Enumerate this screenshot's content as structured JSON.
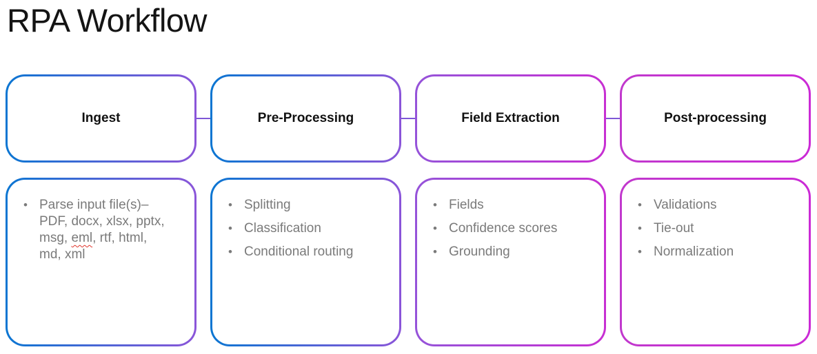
{
  "title": "RPA Workflow",
  "colors": {
    "blue": "#0b76d2",
    "purple": "#8b55d9",
    "magenta": "#c72fd2",
    "connector": "#7e57d6",
    "bullet_text": "#7a7a7a",
    "label_text": "#111111",
    "squiggle_red": "#e0342b"
  },
  "connector_count": 3,
  "stages": [
    {
      "id": "ingest",
      "label": "Ingest",
      "border_gradient": [
        "#0b76d2",
        "#8b55d9"
      ],
      "bullets": [
        {
          "parts": [
            {
              "t": "Parse input file(s)– PDF, docx, xlsx, pptx, msg, "
            },
            {
              "t": "eml",
              "spellcheck_squiggle": true
            },
            {
              "t": ", rtf, html, md, xml"
            }
          ]
        }
      ]
    },
    {
      "id": "pre-processing",
      "label": "Pre-Processing",
      "border_gradient": [
        "#0b76d2",
        "#8b55d9"
      ],
      "bullets": [
        {
          "parts": [
            {
              "t": "Splitting"
            }
          ]
        },
        {
          "parts": [
            {
              "t": "Classification"
            }
          ]
        },
        {
          "parts": [
            {
              "t": "Conditional routing"
            }
          ]
        }
      ]
    },
    {
      "id": "field-extraction",
      "label": "Field Extraction",
      "border_gradient": [
        "#9553d9",
        "#c72fd2"
      ],
      "bullets": [
        {
          "parts": [
            {
              "t": "Fields"
            }
          ]
        },
        {
          "parts": [
            {
              "t": "Confidence scores"
            }
          ]
        },
        {
          "parts": [
            {
              "t": "Grounding"
            }
          ]
        }
      ]
    },
    {
      "id": "post-processing",
      "label": "Post-processing",
      "border_gradient": [
        "#c138cd",
        "#cb2ad6"
      ],
      "bullets": [
        {
          "parts": [
            {
              "t": "Validations"
            }
          ]
        },
        {
          "parts": [
            {
              "t": "Tie-out"
            }
          ]
        },
        {
          "parts": [
            {
              "t": "Normalization"
            }
          ]
        }
      ]
    }
  ]
}
